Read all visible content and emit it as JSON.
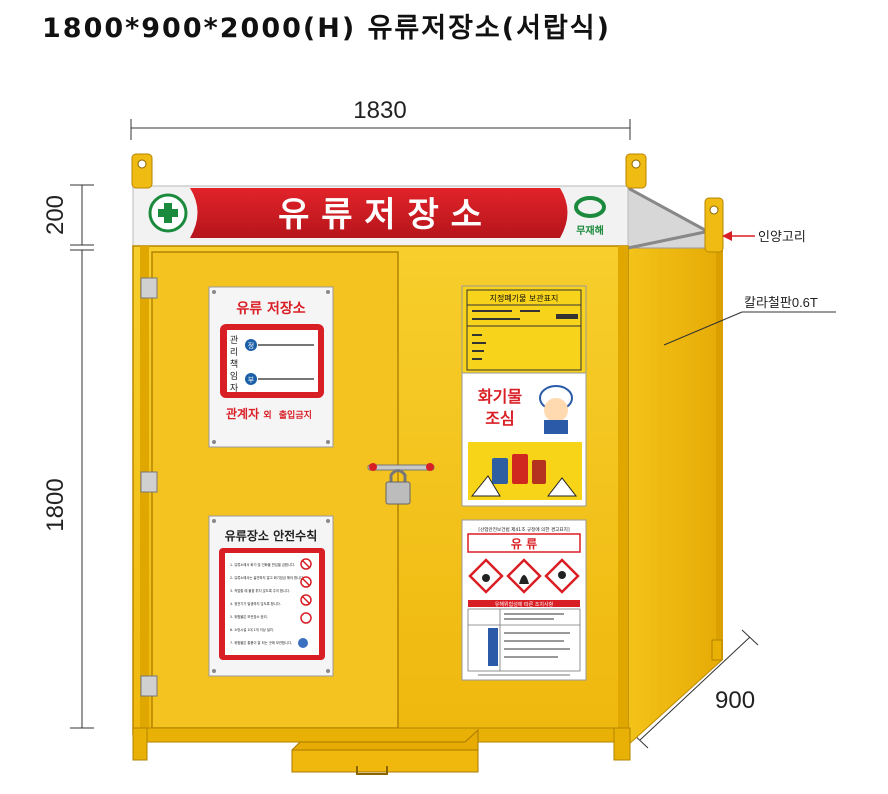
{
  "title": "1800*900*2000(H) 유류저장소(서랍식)",
  "dimensions": {
    "width": "1830",
    "top_height": "200",
    "body_height": "1800",
    "depth": "900"
  },
  "annotations": {
    "lifting_ring": "인양고리",
    "steel_plate": "칼라철판0.6T"
  },
  "header_sign": {
    "text": "유 류 저 장 소",
    "left_logo": "안전제일",
    "right_logo": "무재해"
  },
  "sign_storage": {
    "title": "유류 저장소",
    "manager_label": "관리책임자",
    "manager_chars": [
      "관",
      "리",
      "책",
      "임",
      "자"
    ],
    "row1_badge": "정",
    "row2_badge": "부",
    "footer_main": "관계자",
    "footer_mid": "외",
    "footer_end": "출입금지"
  },
  "sign_safety": {
    "title": "유류장소 안전수칙",
    "rules": [
      "1. 유류소에서 화기 및 인화물 반입을 금합니다.",
      "2. 유류소에서는 흡연하지 말고 화기엄금 해야 합니다.",
      "3. 작업할 때 불꽃 튀지 않도록 주의 합니다.",
      "4. 정전기가 발생하지 않도록 합니다.",
      "5. 위험물은 보관장소 정리.",
      "6. 소방시설 1대 1개 이상 설치.",
      "7. 위험물은 통풍이 잘 되는 곳에 보관합니다."
    ]
  },
  "sign_waste": {
    "title": "지정폐기물 보관표지"
  },
  "sign_fire": {
    "line1": "화기물",
    "line2": "조심"
  },
  "sign_msds": {
    "header": "[산업안전보건법 제41조 규정에 의한 경고표지]",
    "name": "유   류",
    "band": "유해위험성에 따른 조치사항"
  },
  "colors": {
    "body": "#f5c21b",
    "frame": "#e7ac00",
    "red": "#d91f26",
    "green": "#1b8a3c"
  }
}
